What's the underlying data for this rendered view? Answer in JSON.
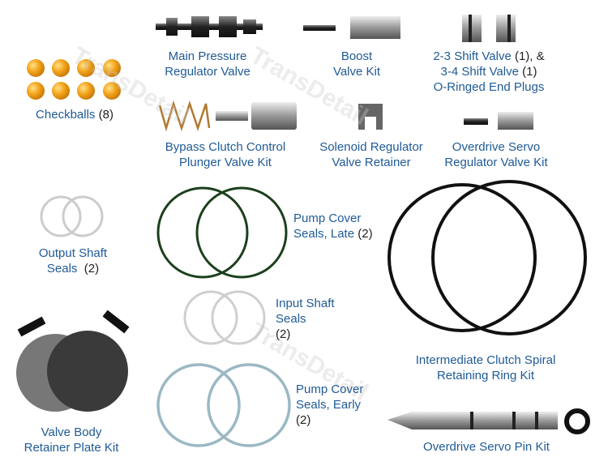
{
  "brand_watermark": "TransDetail",
  "colors": {
    "label": "#1f5a96",
    "count": "#222222",
    "checkball": "#f0a020"
  },
  "items": [
    {
      "name": "Checkballs",
      "count": "(8)"
    },
    {
      "line1": "Main Pressure",
      "line2": "Regulator Valve"
    },
    {
      "line1": "Boost",
      "line2": "Valve Kit"
    },
    {
      "line1": "2-3 Shift Valve",
      "count1": "(1), &",
      "line2": "3-4 Shift Valve",
      "count2": "(1)",
      "line3": "O-Ringed End Plugs"
    },
    {
      "line1": "Bypass Clutch Control",
      "line2": "Plunger Valve Kit"
    },
    {
      "line1": "Solenoid Regulator",
      "line2": "Valve Retainer"
    },
    {
      "line1": "Overdrive Servo",
      "line2": "Regulator Valve Kit"
    },
    {
      "line1": "Output Shaft",
      "line2": "Seals",
      "count": "(2)"
    },
    {
      "line1": "Pump Cover",
      "line2": "Seals, Late",
      "count": "(2)"
    },
    {
      "line1": "Input Shaft",
      "line2": "Seals",
      "count": "(2)"
    },
    {
      "line1": "Intermediate Clutch Spiral",
      "line2": "Retaining Ring Kit"
    },
    {
      "line1": "Pump Cover",
      "line2": "Seals, Early",
      "count": "(2)"
    },
    {
      "line1": "Valve Body",
      "line2": "Retainer Plate Kit"
    },
    {
      "line1": "Overdrive Servo Pin Kit"
    }
  ]
}
